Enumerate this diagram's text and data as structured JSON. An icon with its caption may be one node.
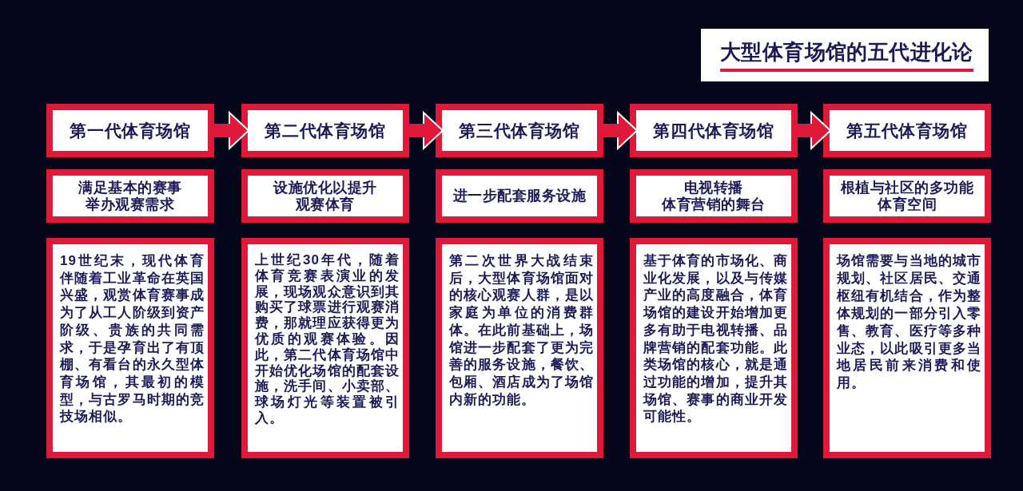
{
  "diagram": {
    "title": "大型体育场馆的五代进化论",
    "nodes": [
      {
        "text": [
          "第一代体育场馆"
        ]
      },
      {
        "text": [
          "第二代体育场馆"
        ]
      },
      {
        "text": [
          "第三代体育场馆"
        ]
      },
      {
        "text": [
          "第四代体育场馆"
        ]
      },
      {
        "text": [
          "第五代体育场馆"
        ]
      },
      {
        "text": [
          "满足基本的赛事举办观赛需求"
        ]
      },
      {
        "text": [
          "设施优化以提升观赛体育"
        ]
      },
      {
        "text": [
          "进一步配套服务设施"
        ]
      },
      {
        "text": [
          "电视转播体育营销的舞台"
        ]
      },
      {
        "text": [
          "根植与社区的多功能体育空间"
        ]
      },
      {
        "text": [
          "19世纪末，现代体育伴随着工业革命在英国兴盛，观赏体育赛事成为了从工人阶级到资产阶级、贵族的共同需求，于是孕育出了有顶棚、有看台的永久型体育场馆，其最初的模型，与古罗马时期的竞技场相似。"
        ]
      },
      {
        "text": [
          "上世纪30年代，随着体育竞赛表演业的发展，现场观众意识到其购买了球票进行观赛消费，那就理应获得更为优质的观赛体验。因此，第二代体育场馆中开始优化场馆的配套设施，洗手间、小卖部、球场灯光等装置被引入。"
        ]
      },
      {
        "text": [
          "第二次世界大战结束后，大型体育场馆面对的核心观赛人群，是以家庭为单位的消费群体。在此前基础上，场馆进一步配套了更为完善的服务设施，餐饮、包厢、酒店成为了场馆内新的功能。"
        ]
      },
      {
        "text": [
          "基于体育的市场化、商业化发展，以及与传媒产业的高度融合，体育场馆的建设开始增加更多有助于电视转播、品牌营销的配套功能。此类场馆的核心，就是通过功能的增加，提升其场馆、赛事的商业开发可能性。"
        ]
      },
      {
        "text": [
          "场馆需要与当地的城市规划、社区居民、交通枢纽有机结合，作为整体规划的一部分引入零售、教育、医疗等多种业态，以此吸引更多当地居民前来消费和使用。"
        ]
      }
    ],
    "edges": [
      {
        "from": 0,
        "to": 1,
        "arrow": "to"
      },
      {
        "from": 1,
        "to": 2,
        "arrow": "to"
      },
      {
        "from": 2,
        "to": 3,
        "arrow": "to"
      },
      {
        "from": 3,
        "to": 4,
        "arrow": "to"
      }
    ]
  }
}
